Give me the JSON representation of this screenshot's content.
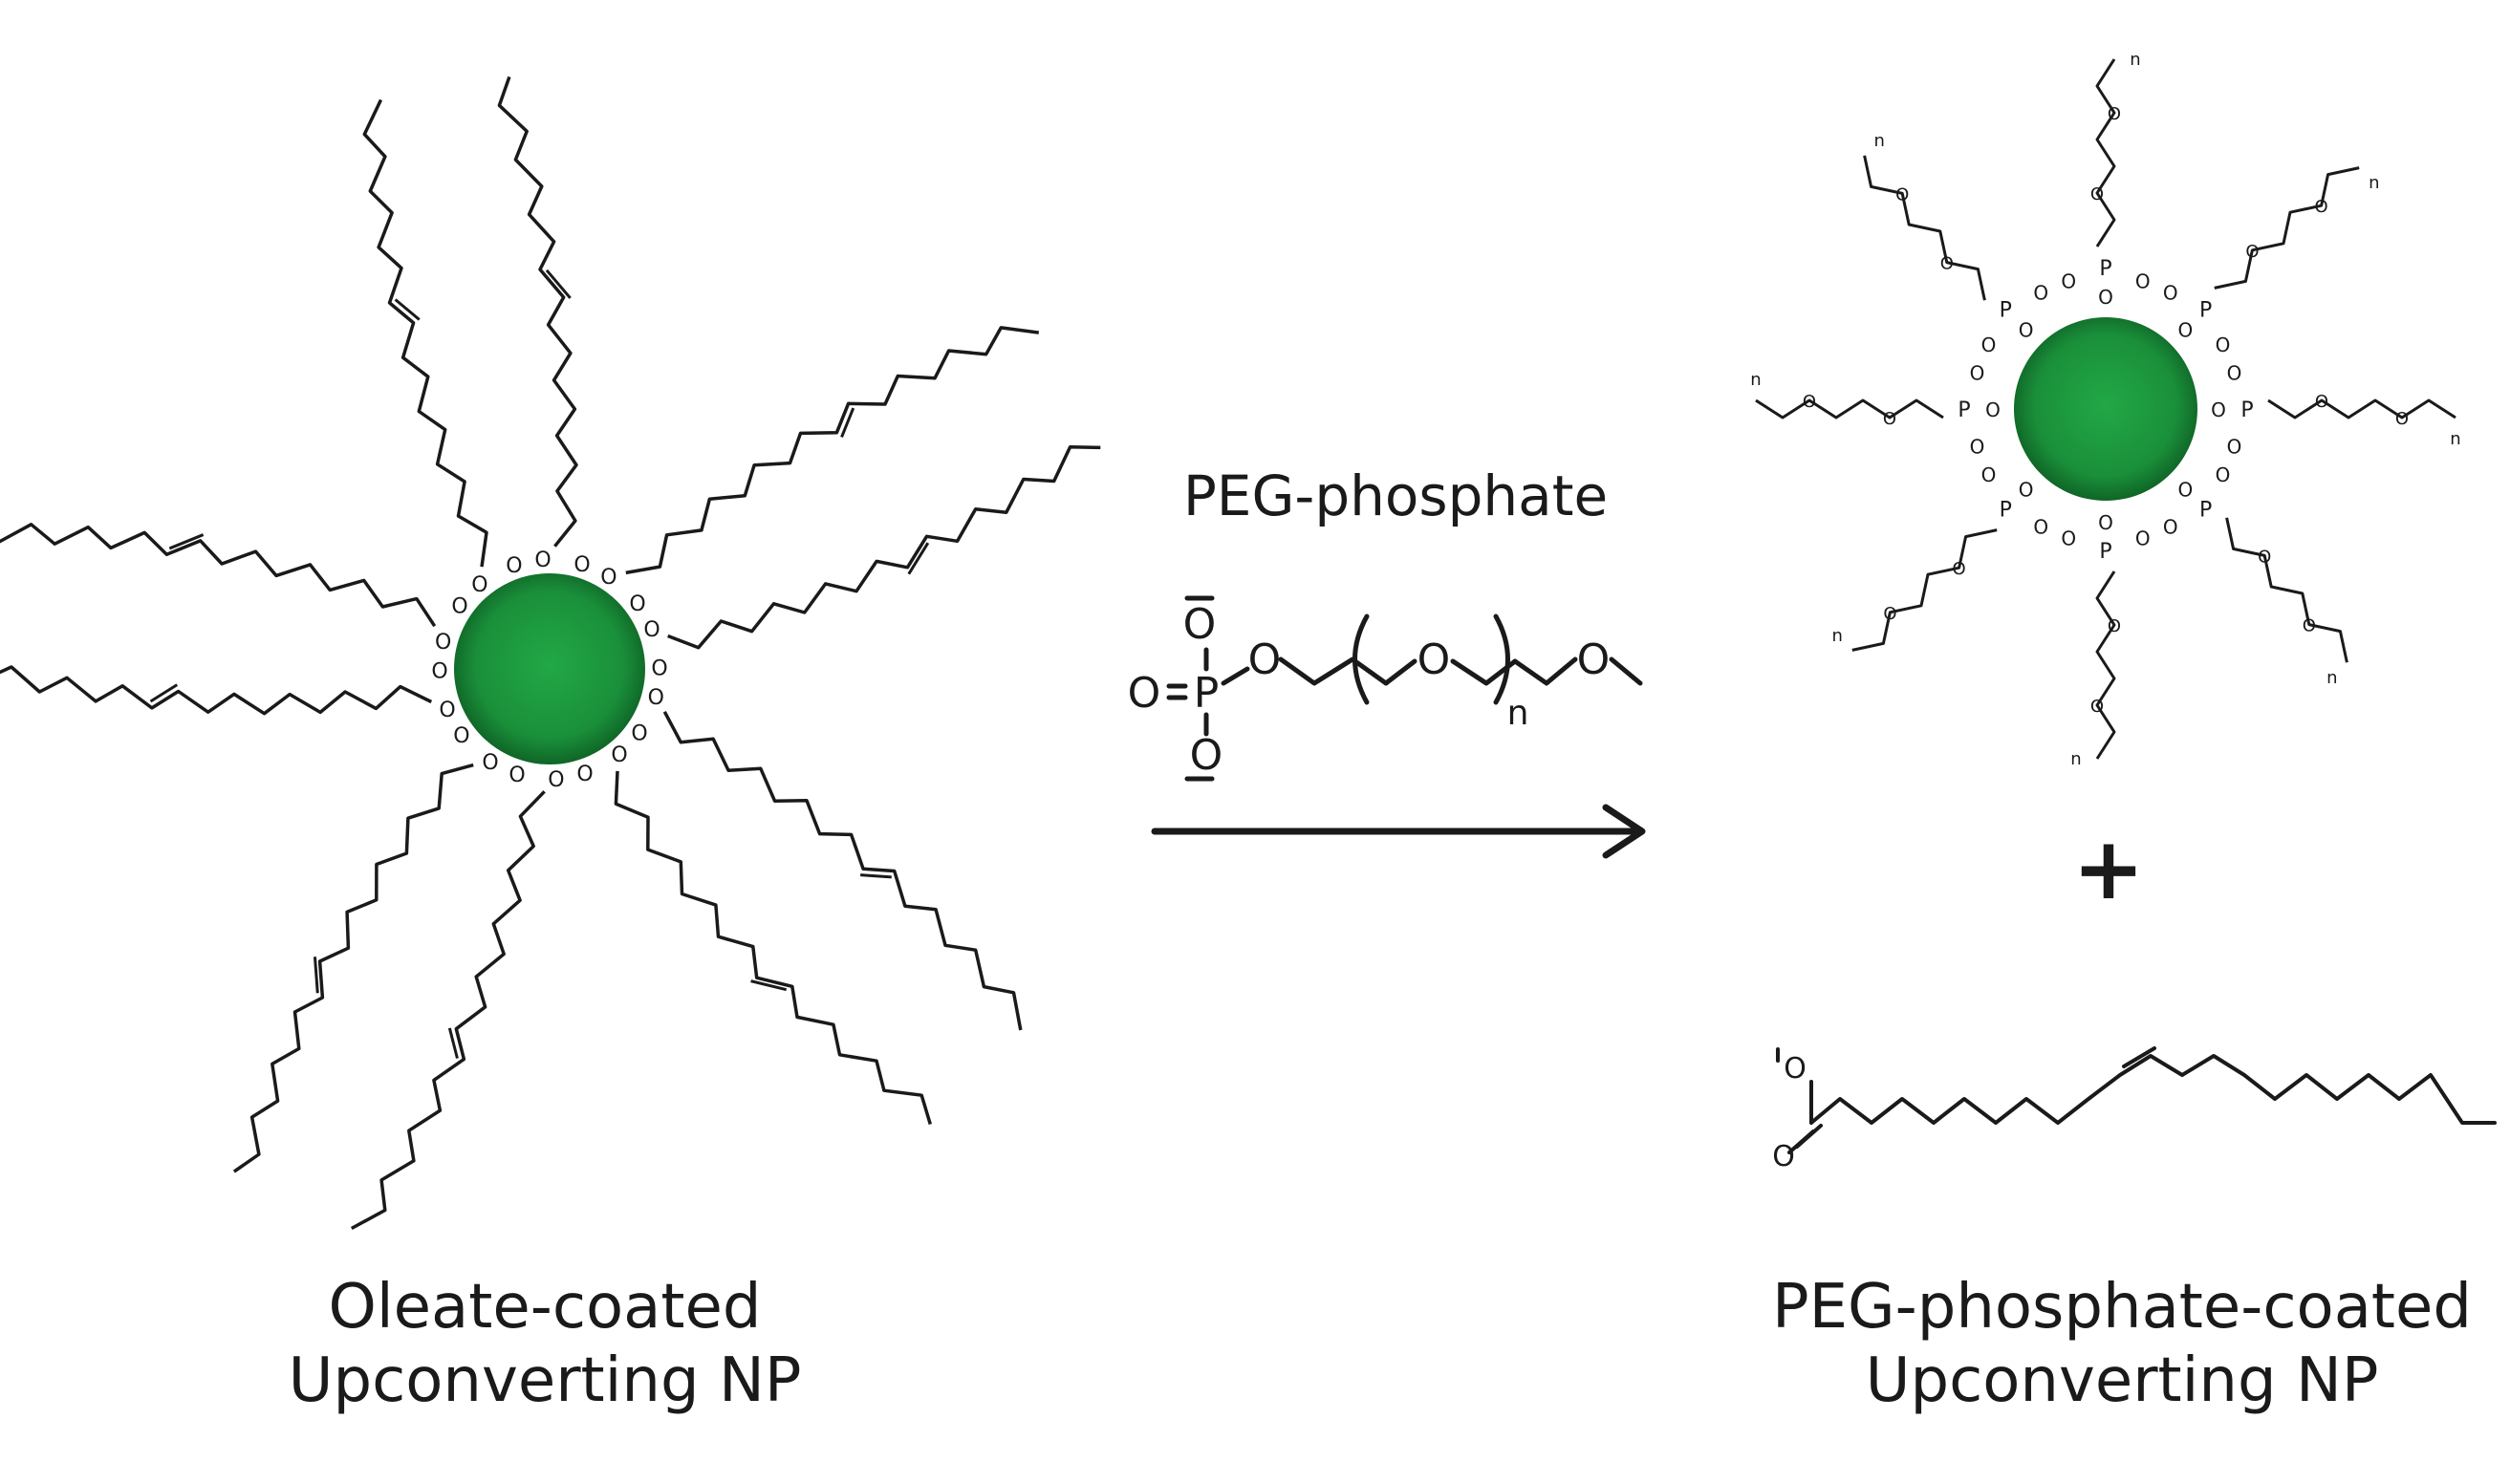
{
  "reagent": {
    "name": "PEG-phosphate",
    "repeat_index": "n",
    "atoms": {
      "oxygen": "O",
      "phosphorus": "P",
      "charge": "−"
    }
  },
  "left_particle": {
    "caption_line1": "Oleate-coated",
    "caption_line2": "Upconverting NP",
    "ligand_count": 10,
    "ligand_atoms": {
      "oxygen": "O"
    }
  },
  "right_particle": {
    "caption_line1": "PEG-phosphate-coated",
    "caption_line2": "Upconverting NP",
    "ligand_count": 8,
    "ligand_atoms": {
      "oxygen": "O",
      "phosphorus": "P",
      "repeat_index": "n"
    }
  },
  "byproduct": {
    "plus_sign": "+",
    "atoms": {
      "oxygen": "O"
    }
  },
  "colors": {
    "nanoparticle": "#1a8f3a",
    "nanoparticle_edge": "#0d5c22",
    "bond": "#1a1a1a"
  }
}
